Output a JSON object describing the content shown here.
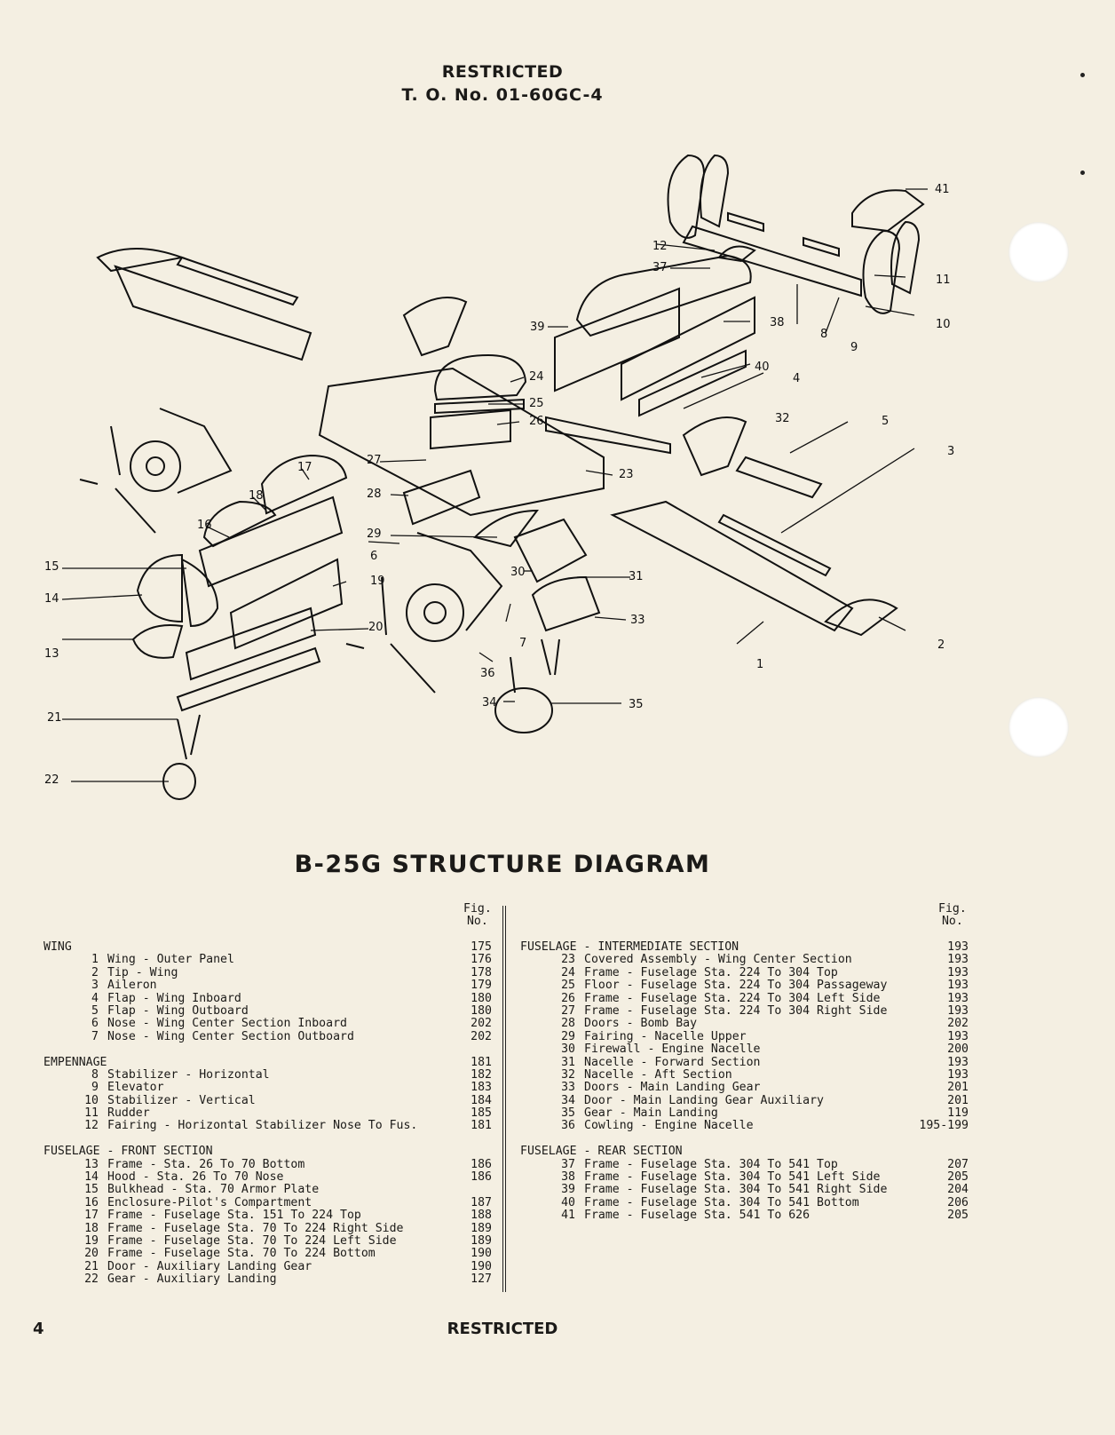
{
  "header": {
    "line1": "RESTRICTED",
    "line2": "T. O. No. 01-60GC-4"
  },
  "diagram_title": "B-25G STRUCTURE DIAGRAM",
  "fig_header": "Fig.\nNo.",
  "callout_numbers": [
    "1",
    "2",
    "3",
    "4",
    "5",
    "6",
    "7",
    "8",
    "9",
    "10",
    "11",
    "12",
    "13",
    "14",
    "15",
    "16",
    "17",
    "18",
    "19",
    "20",
    "21",
    "22",
    "23",
    "24",
    "25",
    "26",
    "27",
    "28",
    "29",
    "30",
    "31",
    "32",
    "33",
    "34",
    "35",
    "36",
    "37",
    "38",
    "39",
    "40",
    "41"
  ],
  "left_column": [
    {
      "title": "WING",
      "fig": "175",
      "items": [
        {
          "num": "1",
          "desc": "Wing - Outer Panel",
          "fig": "176"
        },
        {
          "num": "2",
          "desc": "Tip - Wing",
          "fig": "178"
        },
        {
          "num": "3",
          "desc": "Aileron",
          "fig": "179"
        },
        {
          "num": "4",
          "desc": "Flap - Wing Inboard",
          "fig": "180"
        },
        {
          "num": "5",
          "desc": "Flap - Wing Outboard",
          "fig": "180"
        },
        {
          "num": "6",
          "desc": "Nose - Wing Center Section Inboard",
          "fig": "202"
        },
        {
          "num": "7",
          "desc": "Nose - Wing Center Section Outboard",
          "fig": "202"
        }
      ]
    },
    {
      "title": "EMPENNAGE",
      "fig": "181",
      "items": [
        {
          "num": "8",
          "desc": "Stabilizer - Horizontal",
          "fig": "182"
        },
        {
          "num": "9",
          "desc": "Elevator",
          "fig": "183"
        },
        {
          "num": "10",
          "desc": "Stabilizer - Vertical",
          "fig": "184"
        },
        {
          "num": "11",
          "desc": "Rudder",
          "fig": "185"
        },
        {
          "num": "12",
          "desc": "Fairing - Horizontal Stabilizer Nose To Fus.",
          "fig": "181"
        }
      ]
    },
    {
      "title": "FUSELAGE - FRONT SECTION",
      "fig": "",
      "items": [
        {
          "num": "13",
          "desc": "Frame - Sta. 26 To 70 Bottom",
          "fig": "186"
        },
        {
          "num": "14",
          "desc": "Hood - Sta. 26 To 70 Nose",
          "fig": "186"
        },
        {
          "num": "15",
          "desc": "Bulkhead - Sta. 70 Armor Plate",
          "fig": ""
        },
        {
          "num": "16",
          "desc": "Enclosure-Pilot's Compartment",
          "fig": "187"
        },
        {
          "num": "17",
          "desc": "Frame - Fuselage Sta. 151 To 224 Top",
          "fig": "188"
        },
        {
          "num": "18",
          "desc": "Frame - Fuselage Sta. 70 To 224 Right Side",
          "fig": "189"
        },
        {
          "num": "19",
          "desc": "Frame - Fuselage Sta. 70 To 224 Left Side",
          "fig": "189"
        },
        {
          "num": "20",
          "desc": "Frame - Fuselage Sta. 70 To 224 Bottom",
          "fig": "190"
        },
        {
          "num": "21",
          "desc": "Door - Auxiliary Landing Gear",
          "fig": "190"
        },
        {
          "num": "22",
          "desc": "Gear - Auxiliary Landing",
          "fig": "127"
        }
      ]
    }
  ],
  "right_column": [
    {
      "title": "FUSELAGE - INTERMEDIATE SECTION",
      "fig": "193",
      "items": [
        {
          "num": "23",
          "desc": "Covered Assembly - Wing Center Section",
          "fig": "193"
        },
        {
          "num": "24",
          "desc": "Frame - Fuselage Sta. 224 To 304 Top",
          "fig": "193"
        },
        {
          "num": "25",
          "desc": "Floor - Fuselage Sta. 224 To 304 Passageway",
          "fig": "193"
        },
        {
          "num": "26",
          "desc": "Frame - Fuselage Sta. 224 To 304 Left Side",
          "fig": "193"
        },
        {
          "num": "27",
          "desc": "Frame - Fuselage Sta. 224 To 304 Right Side",
          "fig": "193"
        },
        {
          "num": "28",
          "desc": "Doors - Bomb Bay",
          "fig": "202"
        },
        {
          "num": "29",
          "desc": "Fairing - Nacelle Upper",
          "fig": "193"
        },
        {
          "num": "30",
          "desc": "Firewall - Engine Nacelle",
          "fig": "200"
        },
        {
          "num": "31",
          "desc": "Nacelle - Forward Section",
          "fig": "193"
        },
        {
          "num": "32",
          "desc": "Nacelle - Aft Section",
          "fig": "193"
        },
        {
          "num": "33",
          "desc": "Doors - Main Landing Gear",
          "fig": "201"
        },
        {
          "num": "34",
          "desc": "Door - Main Landing Gear Auxiliary",
          "fig": "201"
        },
        {
          "num": "35",
          "desc": "Gear - Main Landing",
          "fig": "119"
        },
        {
          "num": "36",
          "desc": "Cowling - Engine Nacelle",
          "fig": "195-199"
        }
      ]
    },
    {
      "title": "FUSELAGE - REAR SECTION",
      "fig": "",
      "items": [
        {
          "num": "37",
          "desc": "Frame - Fuselage Sta. 304 To 541 Top",
          "fig": "207"
        },
        {
          "num": "38",
          "desc": "Frame - Fuselage Sta. 304 To 541 Left Side",
          "fig": "205"
        },
        {
          "num": "39",
          "desc": "Frame - Fuselage Sta. 304 To 541 Right Side",
          "fig": "204"
        },
        {
          "num": "40",
          "desc": "Frame - Fuselage Sta. 304 To 541 Bottom",
          "fig": "206"
        },
        {
          "num": "41",
          "desc": "Frame - Fuselage Sta. 541 To 626",
          "fig": "205"
        }
      ]
    }
  ],
  "footer": {
    "page_number": "4",
    "classification": "RESTRICTED"
  }
}
